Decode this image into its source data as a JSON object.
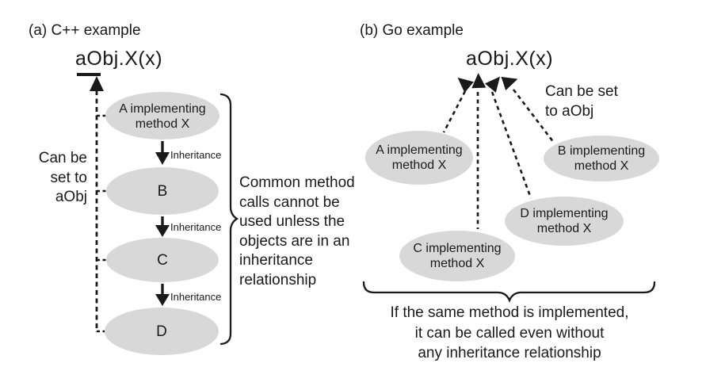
{
  "colors": {
    "ellipse-fill": "#d8d8d8",
    "ink": "#1a1a1a"
  },
  "left": {
    "title": "(a) C++ example",
    "call_label": "aObj.X(x)",
    "side_note": "Can be\nset to\naObj",
    "edge_label": "Inheritance",
    "nodes": [
      {
        "label": "A implementing\nmethod X"
      },
      {
        "label": "B"
      },
      {
        "label": "C"
      },
      {
        "label": "D"
      }
    ],
    "brace_note": "Common method\ncalls cannot be\nused unless the\nobjects are in an\ninheritance\nrelationship"
  },
  "right": {
    "title": "(b) Go example",
    "call_label": "aObj.X(x)",
    "side_note": "Can be set\nto aObj",
    "nodes": [
      {
        "label": "A implementing\nmethod X"
      },
      {
        "label": "B implementing\nmethod X"
      },
      {
        "label": "C implementing\nmethod X"
      },
      {
        "label": "D implementing\nmethod X"
      }
    ],
    "brace_note": "If the same method is implemented,\nit can be called even without\nany inheritance relationship"
  }
}
